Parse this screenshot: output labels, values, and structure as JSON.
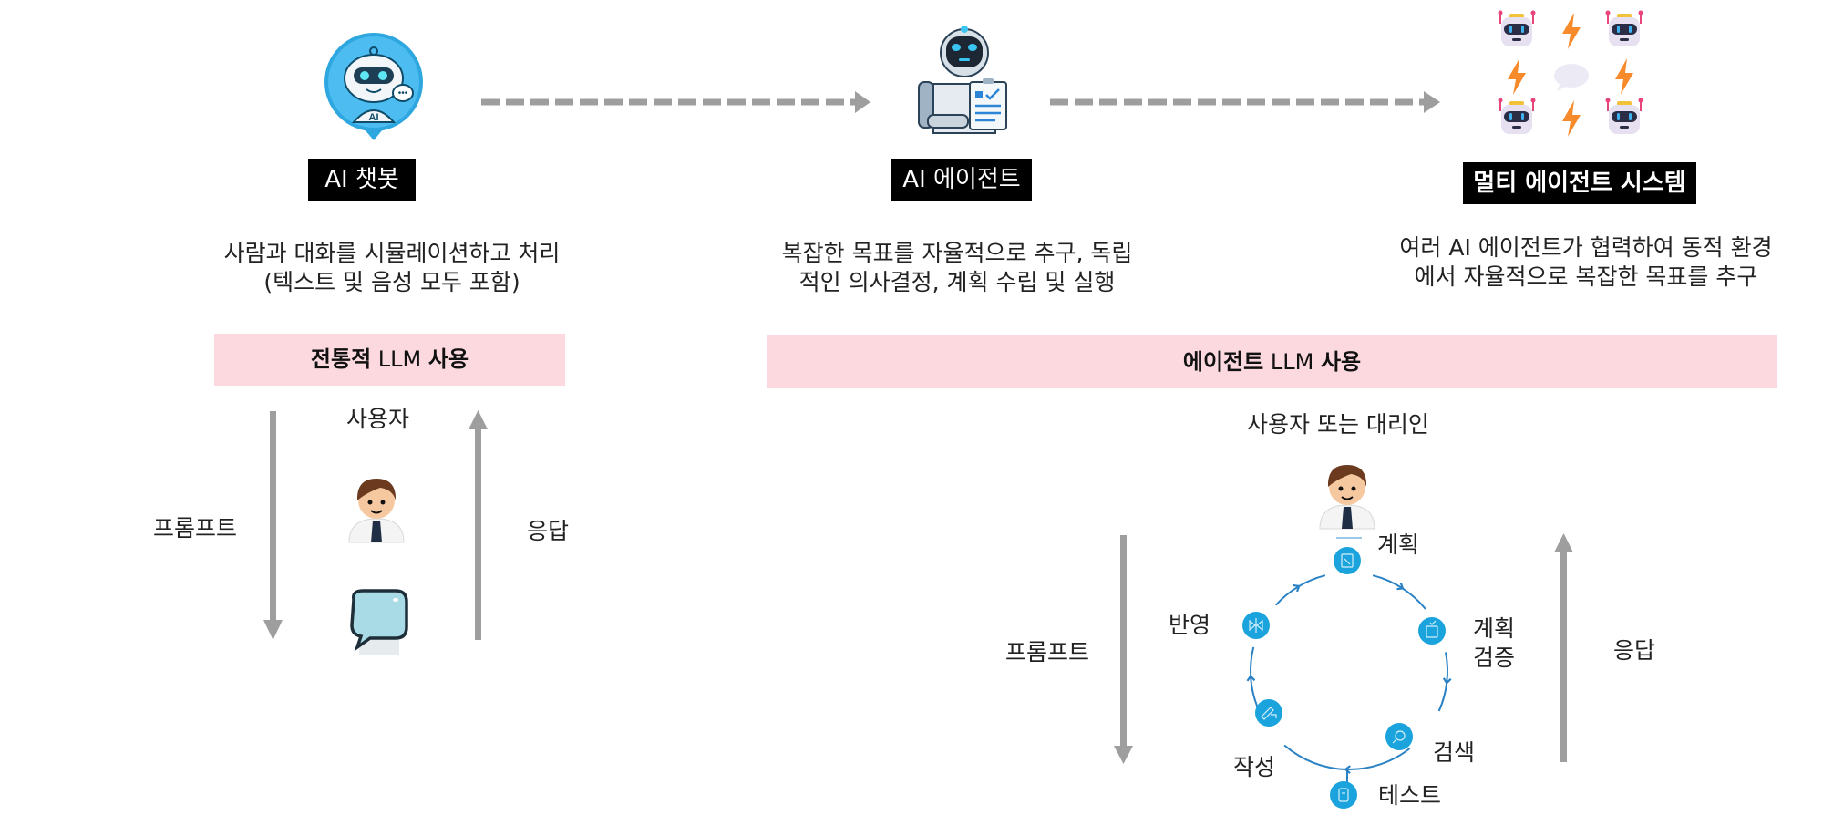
{
  "stages": [
    {
      "title": "AI 챗봇",
      "description_lines": [
        "사람과 대화를 시뮬레이션하고 처리",
        "(텍스트 및 음성 모두 포함)"
      ],
      "icon": "chatbot-robot-icon"
    },
    {
      "title": "AI 에이전트",
      "description_lines": [
        "복잡한 목표를 자율적으로 추구, 독립",
        "적인 의사결정, 계획 수립 및 실행"
      ],
      "icon": "agent-robot-clipboard-icon"
    },
    {
      "title": "멀티 에이전트 시스템",
      "description_lines": [
        "여러 AI 에이전트가 협력하여 동적 환경",
        "에서 자율적으로 복잡한 목표를 추구"
      ],
      "icon": "multi-robot-grid-icon"
    }
  ],
  "traditional": {
    "band_bold_1": "전통적",
    "band_normal": " LLM ",
    "band_bold_2": "사용",
    "user_label": "사용자",
    "prompt_label": "프롬프트",
    "response_label": "응답"
  },
  "agentic": {
    "band_bold_1": "에이전트",
    "band_normal": " LLM ",
    "band_bold_2": "사용",
    "user_label": "사용자 또는 대리인",
    "prompt_label": "프롬프트",
    "response_label": "응답",
    "cycle": [
      {
        "label": "계획",
        "icon": "clipboard-plan-icon"
      },
      {
        "label": "계획\n검증",
        "label_lines": [
          "계획",
          "검증"
        ],
        "icon": "clipboard-check-icon"
      },
      {
        "label": "검색",
        "icon": "magnifier-icon"
      },
      {
        "label": "테스트",
        "icon": "test-device-icon"
      },
      {
        "label": "작성",
        "icon": "pen-write-icon"
      },
      {
        "label": "반영",
        "icon": "reflect-icon"
      }
    ]
  },
  "colors": {
    "band": "#fbd9df",
    "arrow_gray": "#9e9e9e",
    "cycle_blue": "#1aa3dc",
    "cycle_line": "#2a82c4",
    "tag_bg": "#000000"
  }
}
